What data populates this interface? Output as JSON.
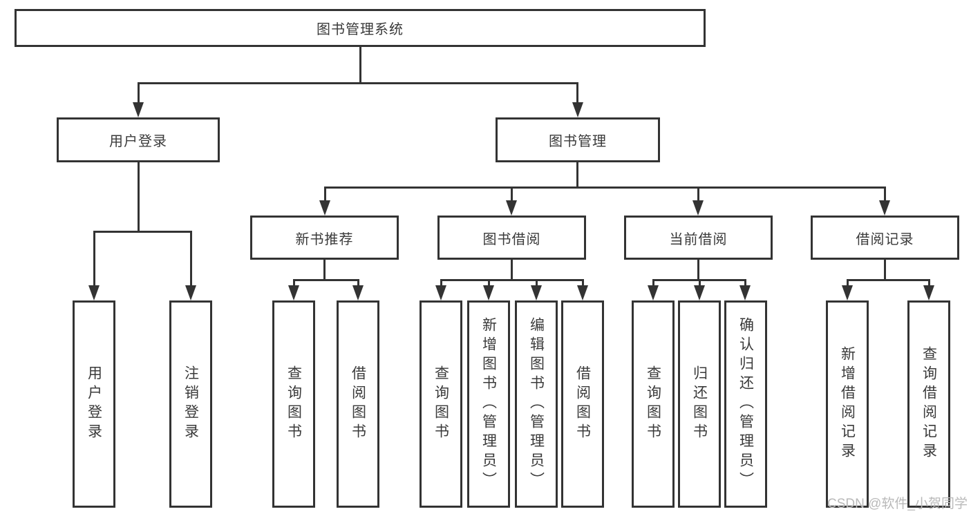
{
  "diagram": {
    "root": {
      "label": "图书管理系统"
    },
    "branches": [
      {
        "label": "用户登录",
        "children": [
          {
            "label": "用户登录"
          },
          {
            "label": "注销登录"
          }
        ]
      },
      {
        "label": "图书管理",
        "children": [
          {
            "label": "新书推荐",
            "children": [
              {
                "label": "查询图书"
              },
              {
                "label": "借阅图书"
              }
            ]
          },
          {
            "label": "图书借阅",
            "children": [
              {
                "label": "查询图书"
              },
              {
                "label": "新增图书（管理员）"
              },
              {
                "label": "编辑图书（管理员）"
              },
              {
                "label": "借阅图书"
              }
            ]
          },
          {
            "label": "当前借阅",
            "children": [
              {
                "label": "查询图书"
              },
              {
                "label": "归还图书"
              },
              {
                "label": "确认归还（管理员）"
              }
            ]
          },
          {
            "label": "借阅记录",
            "children": [
              {
                "label": "新增借阅记录"
              },
              {
                "label": "查询借阅记录"
              }
            ]
          }
        ]
      }
    ],
    "watermark": "CSDN @软件_小贺同学",
    "colors": {
      "line": "#333333",
      "box_border": "#333333",
      "text": "#3a3a3a",
      "watermark": "#b9b9b9",
      "background": "#ffffff"
    }
  }
}
